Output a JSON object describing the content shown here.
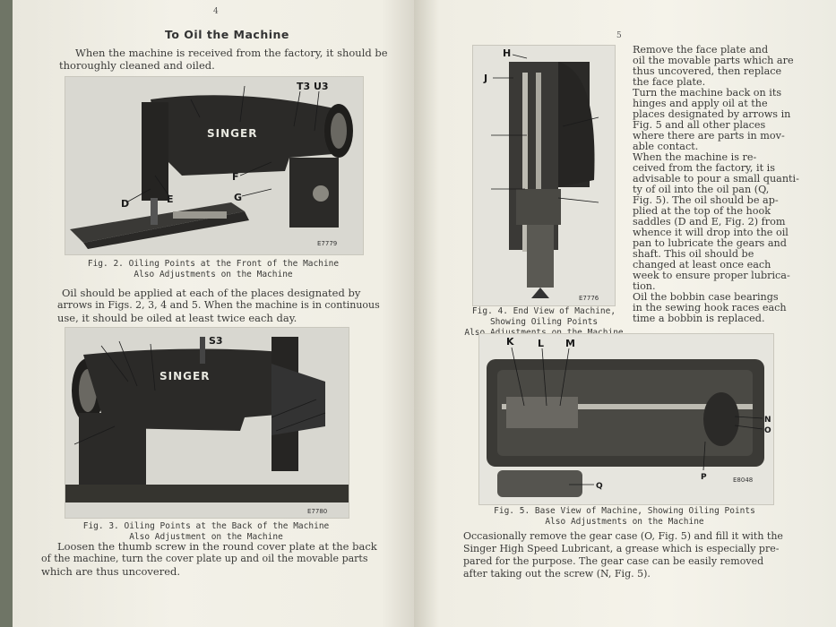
{
  "left_page": {
    "page_number": "4",
    "title": "To Oil the Machine",
    "intro": [
      "When the machine is received from the factory, it should be",
      "thoroughly cleaned and oiled."
    ],
    "fig2": {
      "labels": {
        "t3": "T3",
        "u3": "U3",
        "f": "F",
        "g": "G",
        "d": "D",
        "e": "E"
      },
      "brand": "SINGER",
      "code": "E7779",
      "caption": [
        "Fig. 2.  Oiling Points at the Front of the Machine",
        "Also Adjustments on the Machine"
      ]
    },
    "mid_text": [
      "Oil should be applied at each of the places designated by",
      "arrows in Figs. 2, 3, 4 and 5.  When the machine is in continuous",
      "use, it should be oiled at least twice each day."
    ],
    "fig3": {
      "labels": {
        "s3": "S3"
      },
      "brand": "SINGER",
      "code": "E7780",
      "caption": [
        "Fig. 3.  Oiling Points at the Back of the Machine",
        "Also Adjustment on the Machine"
      ]
    },
    "bottom_text": [
      "Loosen the thumb screw in the round cover plate at the back",
      "of the machine, turn the cover plate up and oil the movable parts",
      "which are thus uncovered."
    ]
  },
  "right_page": {
    "page_number": "5",
    "fig4": {
      "labels": {
        "h": "H",
        "j": "J"
      },
      "code": "E7776",
      "caption": [
        "Fig. 4.  End View of Machine,",
        "Showing Oiling Points",
        "Also Adjustments on the Machine"
      ]
    },
    "column_text": [
      "Remove the face plate and",
      "oil the movable parts which are",
      "thus uncovered, then replace",
      "the face plate.",
      "Turn the machine back on its",
      "hinges and apply oil at the",
      "places designated by arrows in",
      "Fig. 5 and all other places",
      "where there are parts in mov-",
      "able contact.",
      "When the machine is re-",
      "ceived from the factory, it is",
      "advisable to pour a small quanti-",
      "ty of oil into the oil pan (Q,",
      "Fig. 5).  The oil should be ap-",
      "plied at the top of the hook",
      "saddles (D and E, Fig. 2) from",
      "whence it will drop into the oil",
      "pan to lubricate the gears and",
      "shaft.  This oil should be",
      "changed at least once each",
      "week to ensure proper lubrica-",
      "tion.",
      "Oil the bobbin case bearings",
      "in the sewing hook races each",
      "time a bobbin is replaced."
    ],
    "fig5": {
      "labels": {
        "k": "K",
        "l": "L",
        "m": "M",
        "n": "N",
        "o": "O",
        "p": "P",
        "q": "Q"
      },
      "code": "E8048",
      "caption": [
        "Fig. 5.  Base View of Machine, Showing Oiling Points",
        "Also Adjustments on the Machine"
      ]
    },
    "bottom_text": [
      "Occasionally remove the gear case (O, Fig. 5) and fill it with the",
      "Singer High Speed Lubricant, a grease which is especially pre-",
      "pared for the purpose.  The gear case can be easily removed",
      "after taking out the screw (N, Fig. 5)."
    ]
  },
  "colors": {
    "paper": "#f1efe6",
    "ink": "#2a2a28",
    "machine": "#262624",
    "background": "#6f7566"
  }
}
